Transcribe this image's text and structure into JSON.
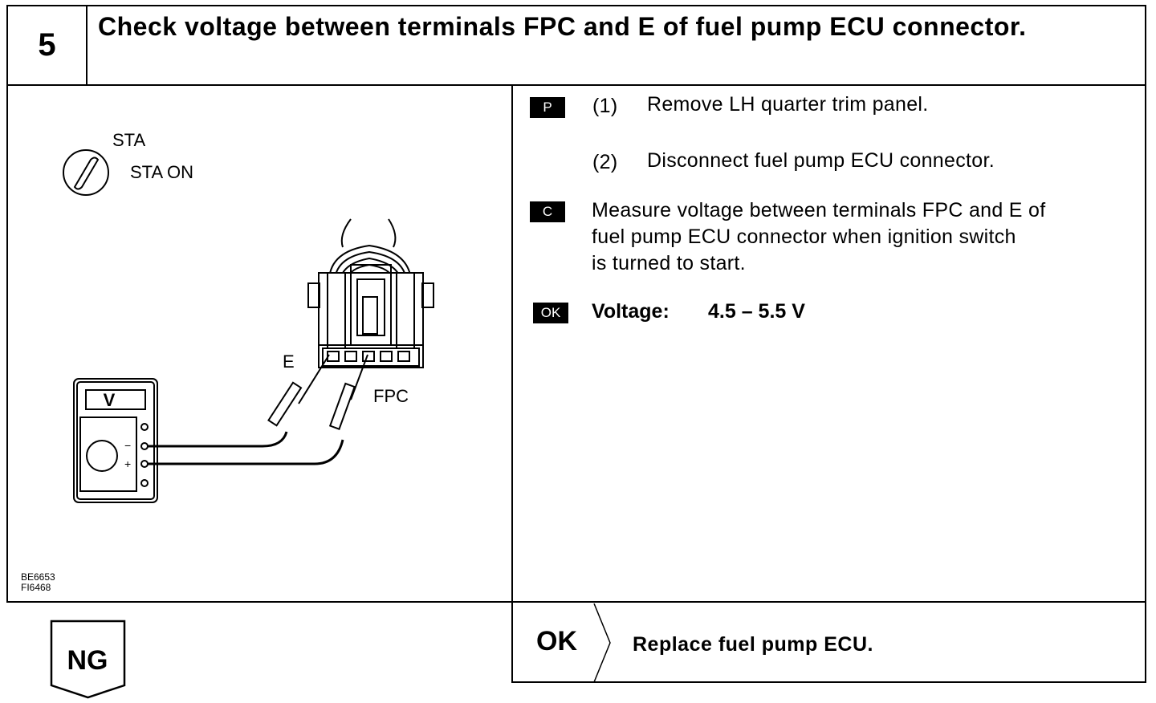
{
  "header": {
    "step_number": "5",
    "title": "Check voltage between terminals FPC and E of fuel pump ECU connector."
  },
  "diagram": {
    "ignition_label": "STA",
    "ignition_state": "STA ON",
    "meter_display": "V",
    "terminal_e": "E",
    "terminal_fpc": "FPC",
    "minus_sign": "−",
    "plus_sign": "+",
    "figure_ids": [
      "BE6653",
      "FI6468"
    ]
  },
  "instructions": {
    "badge_p": "P",
    "step1_num": "(1)",
    "step1_text": "Remove LH quarter trim panel.",
    "step2_num": "(2)",
    "step2_text": "Disconnect fuel pump ECU connector.",
    "badge_c": "C",
    "measure_line1": "Measure voltage between terminals FPC and E of",
    "measure_line2": "fuel pump ECU connector when ignition switch",
    "measure_line3": "is turned to start.",
    "badge_ok": "OK",
    "voltage_label": "Voltage:",
    "voltage_value": "4.5 – 5.5 V"
  },
  "results": {
    "ok_label": "OK",
    "ok_action": "Replace fuel pump ECU.",
    "ng_label": "NG"
  }
}
